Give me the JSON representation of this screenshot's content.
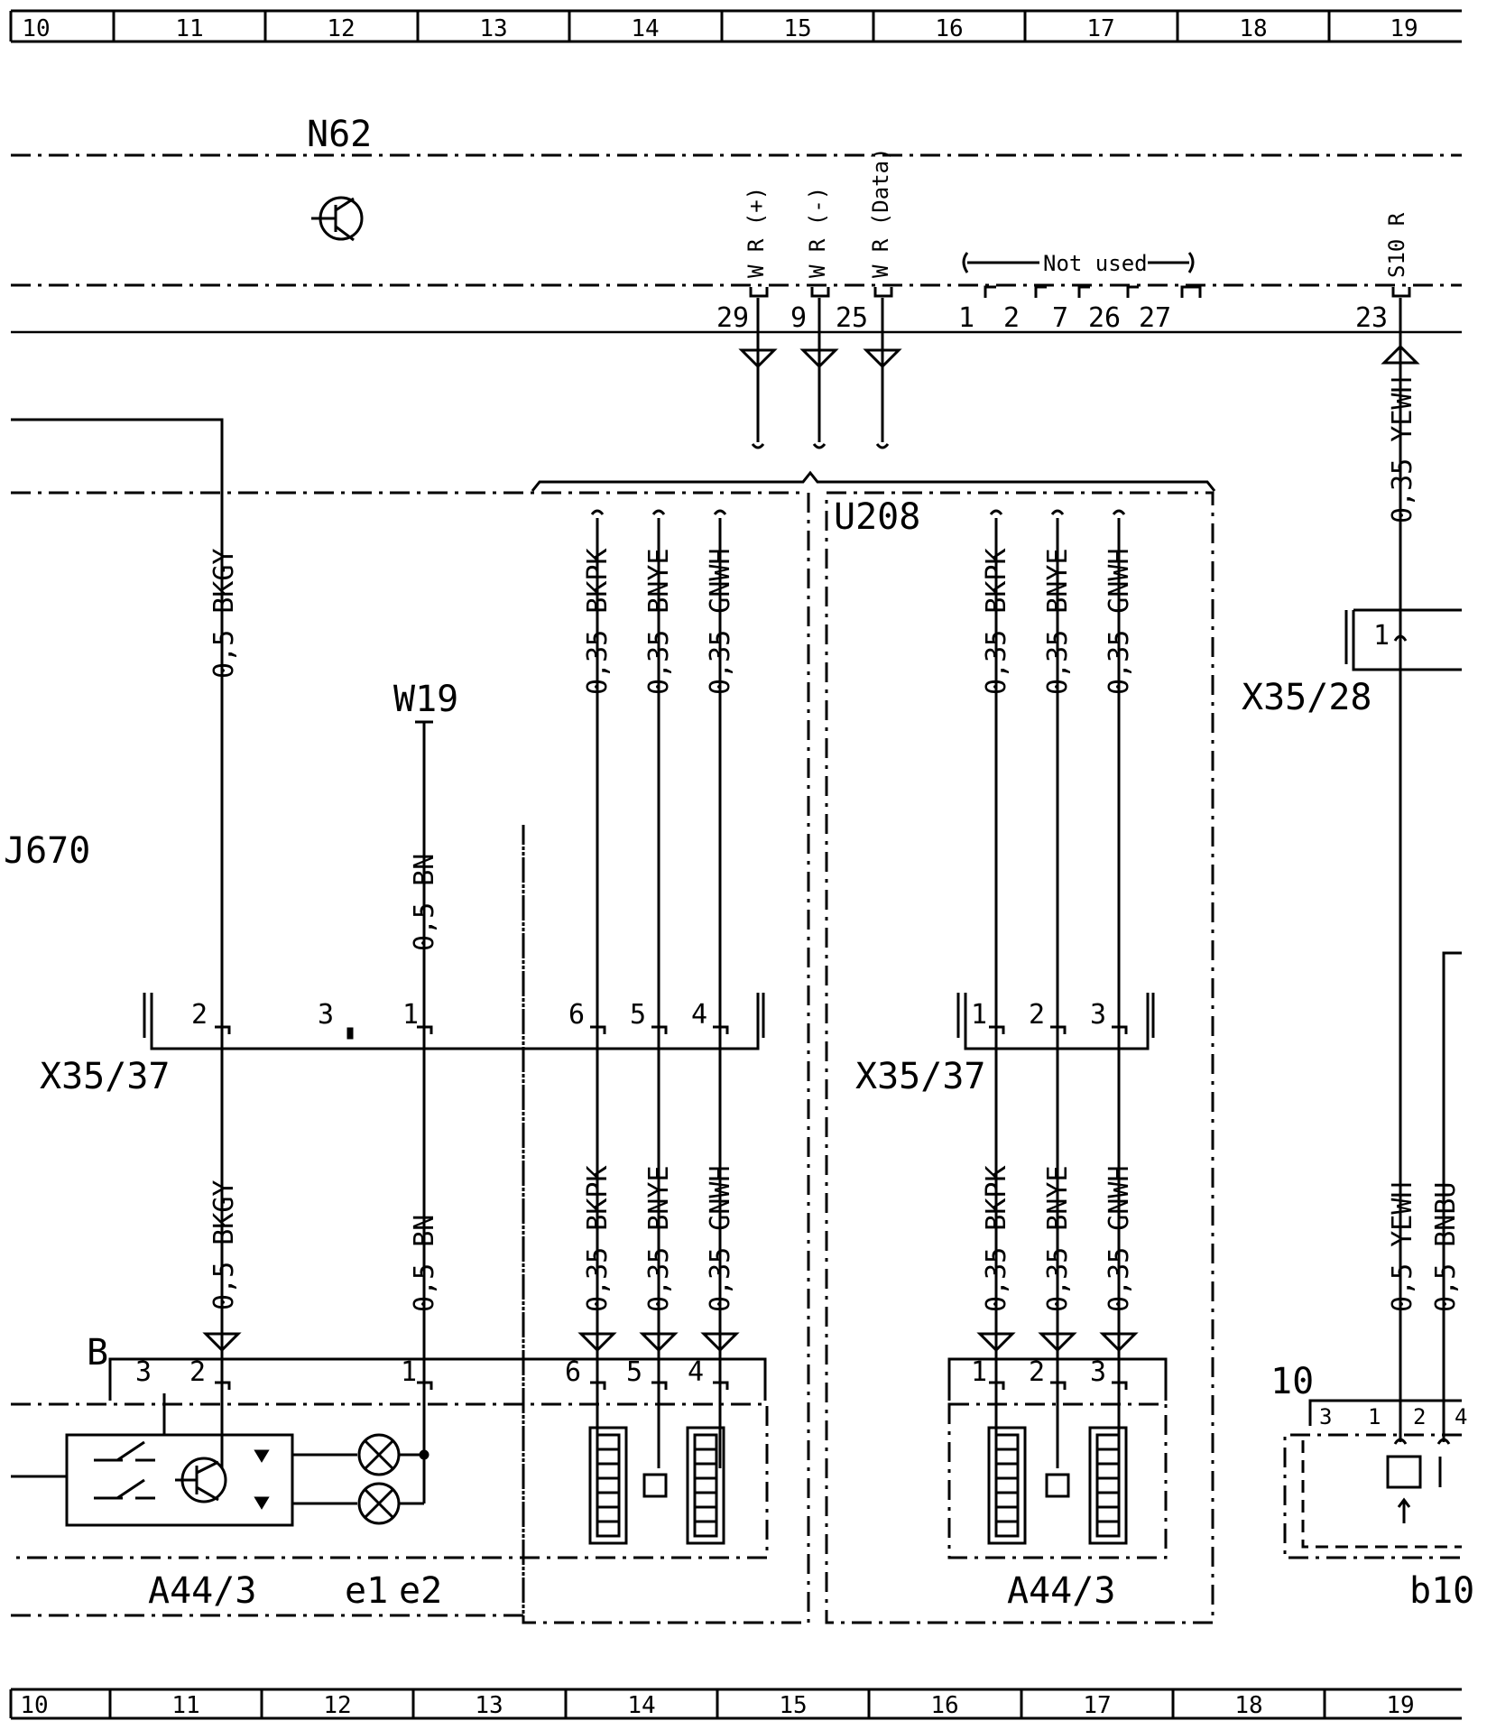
{
  "grid": {
    "columns": [
      "10",
      "11",
      "12",
      "13",
      "14",
      "15",
      "16",
      "17",
      "18",
      "19"
    ]
  },
  "modules": {
    "n62": "N62",
    "u208": "U208",
    "j670": "J670",
    "w19": "W19",
    "x35_37_left": "X35/37",
    "x35_37_right": "X35/37",
    "x35_28": "X35/28",
    "a44_3_left": "A44/3",
    "a44_3_right": "A44/3",
    "e1": "e1",
    "e2": "e2",
    "b10": "b10",
    "b": "B"
  },
  "n62_pins": [
    {
      "pin": "29",
      "signal": "W R (+)"
    },
    {
      "pin": "9",
      "signal": "W R (-)"
    },
    {
      "pin": "25",
      "signal": "W R (Data)"
    },
    {
      "pin": "23",
      "signal": "S10 R"
    }
  ],
  "not_used": {
    "label": "Not used",
    "pins": [
      "1",
      "2",
      "7",
      "26",
      "27"
    ]
  },
  "wires": {
    "bkgy": "0,5 BKGY",
    "bn": "0,5 BN",
    "bkpk": "0,35 BKPK",
    "bnye": "0,35 BNYE",
    "gnwh": "0,35 GNWH",
    "yewh_top": "0,35 YEWH",
    "yewh_bottom": "0,5 YEWH",
    "bnbu": "0,5 BNBU"
  },
  "connector_pins": {
    "x35_37_left": [
      "2",
      "3",
      "1",
      "6",
      "5",
      "4"
    ],
    "x35_37_right": [
      "1",
      "2",
      "3"
    ],
    "b_left": [
      "3",
      "2",
      "1",
      "6",
      "5",
      "4"
    ],
    "b_right": [
      "1",
      "2",
      "3"
    ],
    "x35_28": [
      "1"
    ],
    "b10": [
      "10",
      "3",
      "1",
      "2",
      "4"
    ]
  }
}
